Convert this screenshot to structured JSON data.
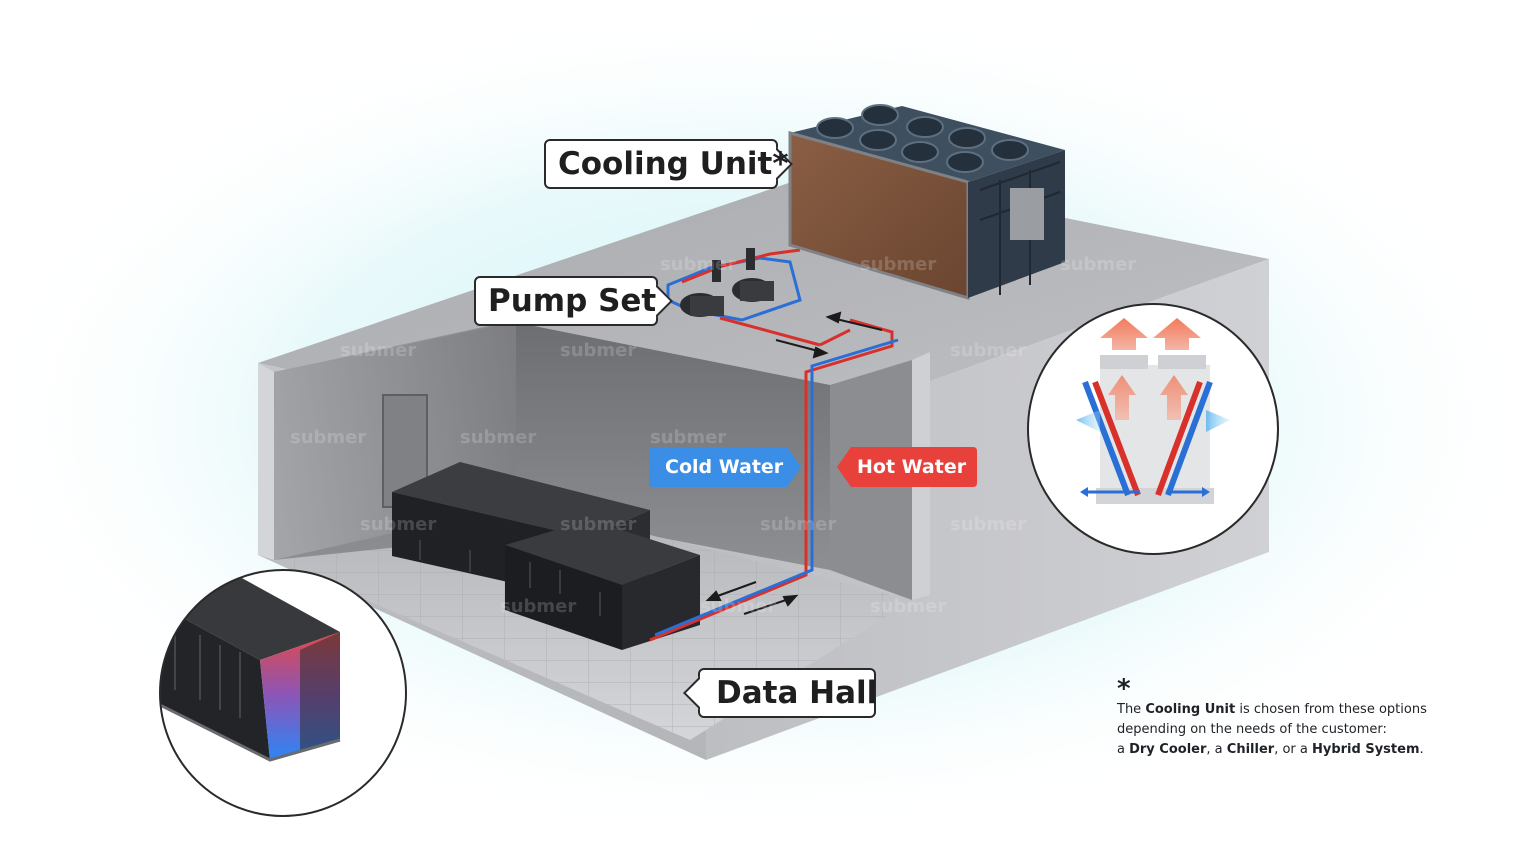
{
  "labels": {
    "cooling_unit": "Cooling Unit*",
    "pump_set": "Pump Set",
    "data_hall": "Data Hall",
    "cold_water": "Cold Water",
    "hot_water": "Hot Water"
  },
  "footnote": {
    "asterisk": "*",
    "line1_pre": "The ",
    "line1_bold": "Cooling Unit",
    "line1_post": " is chosen from these options",
    "line2": "depending on the needs of the customer:",
    "line3_pre": "a ",
    "option1": "Dry Cooler",
    "sep1": ", a ",
    "option2": "Chiller",
    "sep2": ", or a ",
    "option3": "Hybrid System",
    "end": "."
  },
  "watermark": "submer",
  "colors": {
    "cold": "#3a8ee6",
    "hot": "#e8413c",
    "pipe_blue": "#2a6fd6",
    "pipe_red": "#d8302b"
  },
  "icons": [
    "pump-icon",
    "cooling-fan-icon",
    "airflow-arrow-icon",
    "server-tank-icon"
  ]
}
